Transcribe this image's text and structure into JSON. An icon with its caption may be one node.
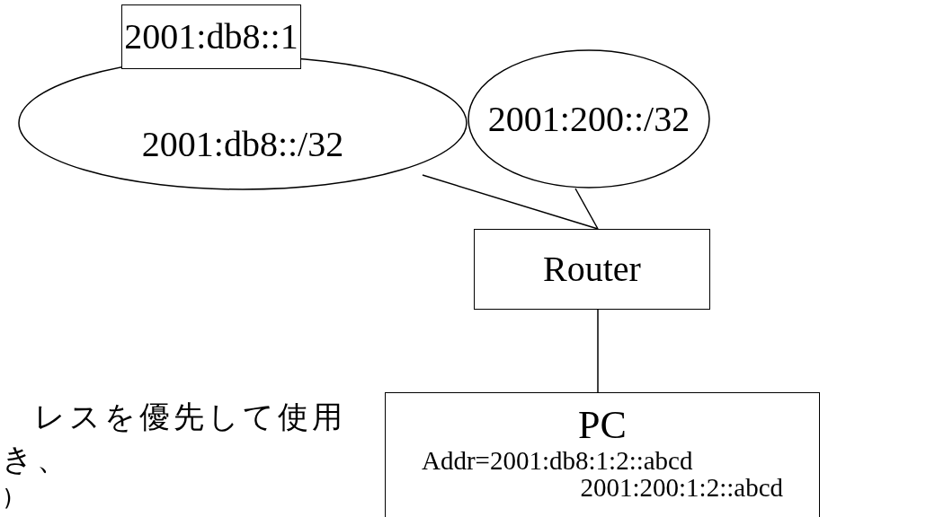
{
  "diagram": {
    "nodes": [
      {
        "text": [
          "2001:db8::1"
        ]
      },
      {
        "text": [
          "2001:db8::/32"
        ]
      },
      {
        "text": [
          "2001:200::/32"
        ]
      },
      {
        "text": [
          "Router"
        ]
      },
      {
        "text": [
          "PC",
          "Addr=2001:db8:1:2::abcd",
          "2001:200:1:2::abcd"
        ]
      }
    ],
    "edges": [
      {
        "from": 1,
        "to": 3,
        "arrow": "none"
      },
      {
        "from": 2,
        "to": 3,
        "arrow": "none"
      },
      {
        "from": 3,
        "to": 4,
        "arrow": "none"
      }
    ],
    "labels": [
      "レスを優先して使用",
      "き、",
      ")"
    ]
  }
}
